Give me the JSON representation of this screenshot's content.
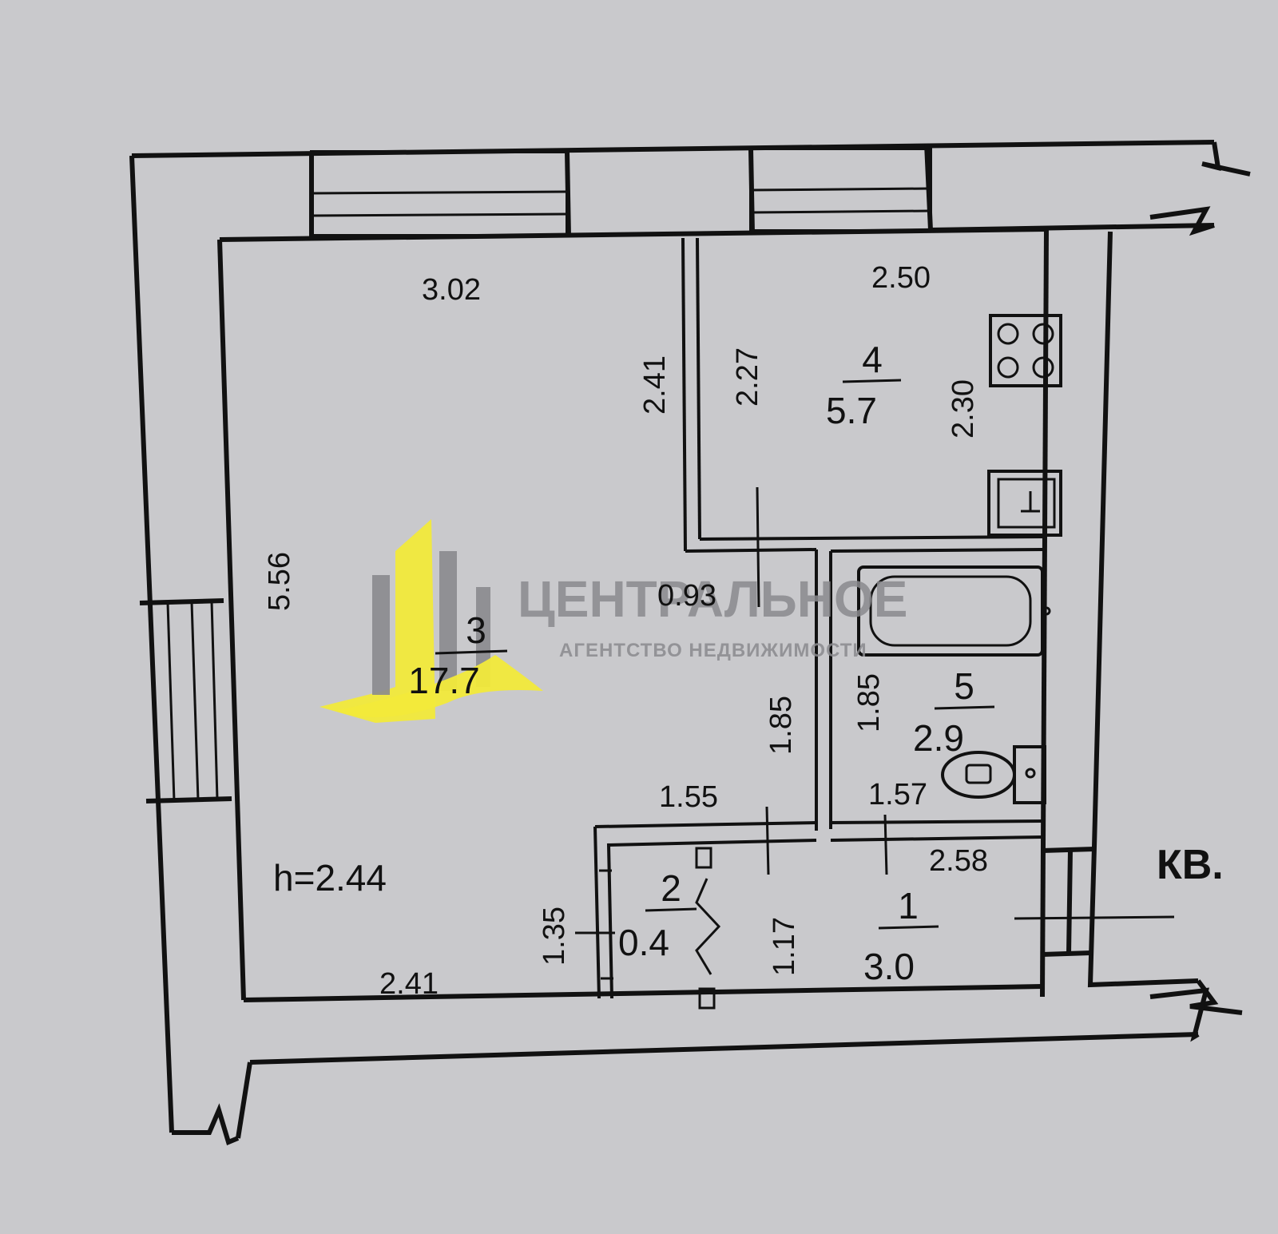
{
  "plan": {
    "ceiling_height": "h=2.44",
    "apartment_label": "КВ. ",
    "rooms": [
      {
        "number": "3",
        "area": "17.7"
      },
      {
        "number": "4",
        "area": "5.7"
      },
      {
        "number": "5",
        "area": "2.9"
      },
      {
        "number": "2",
        "area": "0.4"
      },
      {
        "number": "1",
        "area": "3.0"
      }
    ],
    "dimensions": {
      "room3_top": "3.02",
      "room3_right": "2.41",
      "room3_left": "5.56",
      "room3_bottom": "2.41",
      "room3_step": "0.93",
      "room3_inner_h": "1.85",
      "room3_inner_w": "1.55",
      "room4_top": "2.50",
      "room4_left": "2.27",
      "room4_right": "2.30",
      "room5_left": "1.85",
      "room5_bottom": "1.57",
      "room1_top": "2.58",
      "room1_h": "1.17",
      "room2_h": "1.35"
    }
  },
  "watermark": {
    "title": "ЦЕНТРАЛЬНОЕ",
    "subtitle": "АГЕНТСТВО НЕДВИЖИМОСТИ",
    "colors": {
      "accent": "#f2ea3a",
      "gray": "#8a8a8e"
    }
  }
}
